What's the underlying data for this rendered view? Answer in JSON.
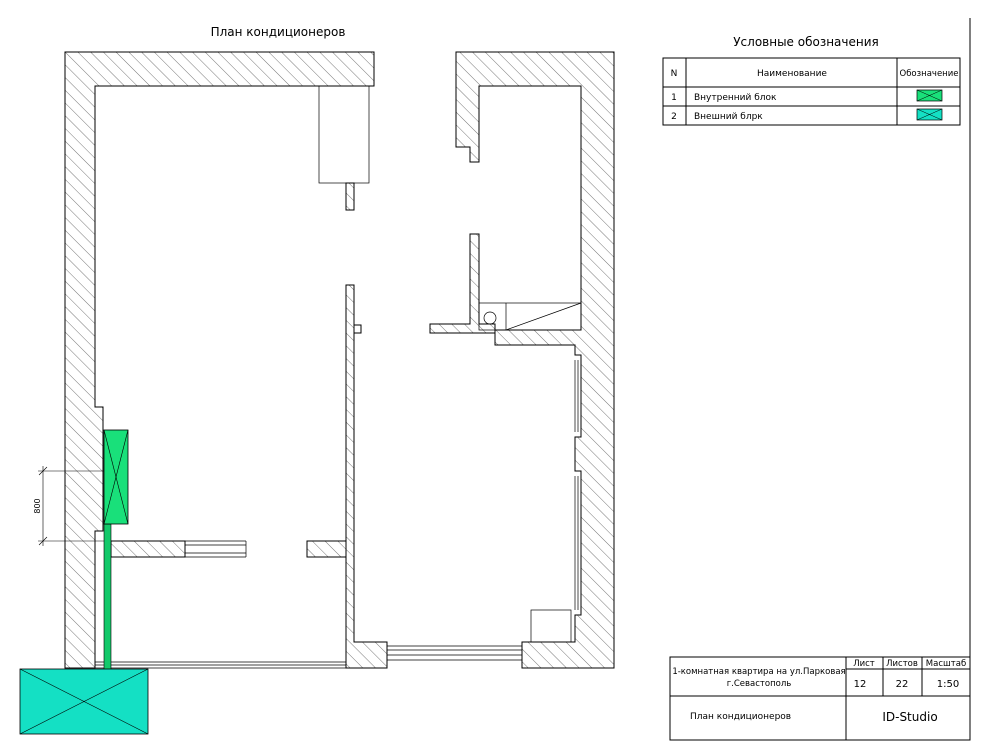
{
  "plan_title": "План кондиционеров",
  "dimension_label": "800",
  "legend": {
    "title": "Условные обозначения",
    "headers": {
      "num": "N",
      "name": "Наименование",
      "symbol": "Обозначение"
    },
    "rows": [
      {
        "num": "1",
        "name": "Внутренний блок",
        "color": "#19e07a"
      },
      {
        "num": "2",
        "name": "Внешний блрк",
        "color": "#14e0c4"
      }
    ]
  },
  "title_block": {
    "project": "1-комнатная квартира на ул.Парковая",
    "city": "г.Севастополь",
    "sheet_header": "Лист",
    "sheets_header": "Листов",
    "scale_header": "Масштаб",
    "sheet": "12",
    "sheets": "22",
    "scale": "1:50",
    "drawing_name": "План кондиционеров",
    "company": "ID-Studio"
  },
  "colors": {
    "indoor_unit": "#19e07a",
    "outdoor_unit": "#14e0c4",
    "pipe": "#13c96a"
  }
}
